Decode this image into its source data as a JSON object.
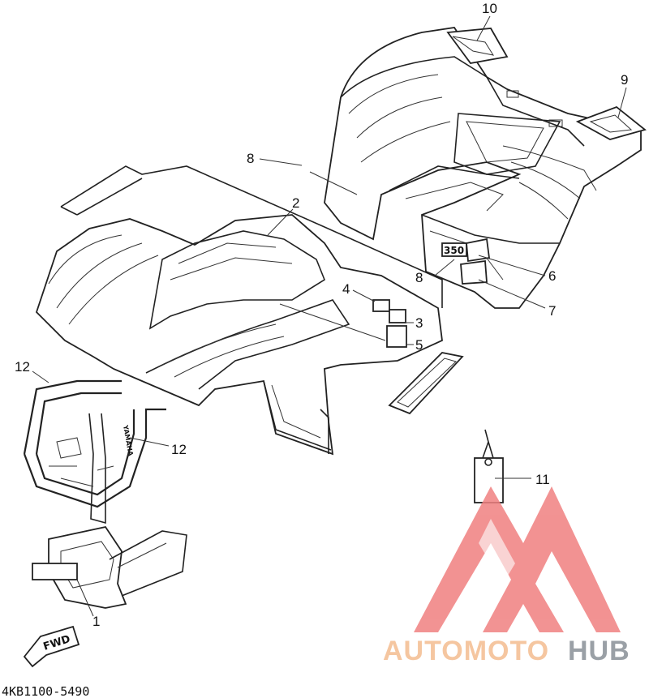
{
  "diagram": {
    "callouts": {
      "c1": "1",
      "c2": "2",
      "c3": "3",
      "c4": "4",
      "c5": "5",
      "c6": "6",
      "c7": "7",
      "c8a": "8",
      "c8b": "8",
      "c9": "9",
      "c10": "10",
      "c11": "11",
      "c12a": "12",
      "c12b": "12"
    },
    "fwd_label": "FWD",
    "decal_350": "350",
    "part_number": "4KB1100-5490"
  },
  "watermark": {
    "text_left": "AUTOMOTO",
    "text_right": "HUB",
    "colors": {
      "logo": "#f08080",
      "left": "#f5c6a0",
      "right": "#9aa0a6"
    }
  }
}
